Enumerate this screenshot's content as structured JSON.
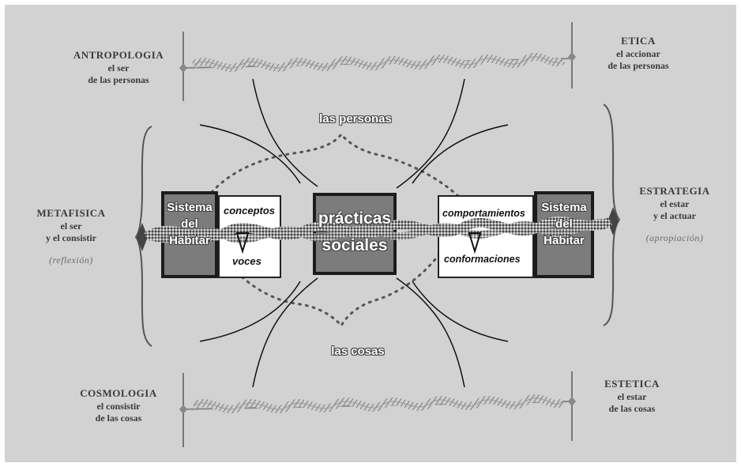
{
  "corners": {
    "top_left": {
      "title": "ANTROPOLOGIA",
      "line1": "el ser",
      "line2": "de las personas"
    },
    "top_right": {
      "title": "ETICA",
      "line1": "el accionar",
      "line2": "de las personas"
    },
    "bottom_left": {
      "title": "COSMOLOGIA",
      "line1": "el consistir",
      "line2": "de las cosas"
    },
    "bottom_right": {
      "title": "ESTETICA",
      "line1": "el estar",
      "line2": "de las cosas"
    }
  },
  "left_side": {
    "title": "METAFISICA",
    "line1": "el ser",
    "line2": "y el consistir",
    "paren": "(reflexión)"
  },
  "right_side": {
    "title": "ESTRATEGIA",
    "line1": "el estar",
    "line2": "y el actuar",
    "paren": "(apropiación)"
  },
  "top_label": "las personas",
  "bottom_label": "las cosas",
  "left_system": {
    "line1": "Sistema",
    "line2": "del",
    "line3": "Habitar"
  },
  "left_pair": {
    "top": "conceptos",
    "bottom": "voces"
  },
  "center": {
    "line1": "prácticas",
    "line2": "sociales"
  },
  "right_pair": {
    "top": "comportamientos",
    "bottom": "conformaciones"
  },
  "right_system": {
    "line1": "Sistema",
    "line2": "del",
    "line3": "Habitar"
  },
  "colors": {
    "background": "#d2d2d2",
    "box_fill": "#7c7c7c",
    "box_border": "#1c1c1c",
    "text_dark": "#3a3a3a"
  }
}
